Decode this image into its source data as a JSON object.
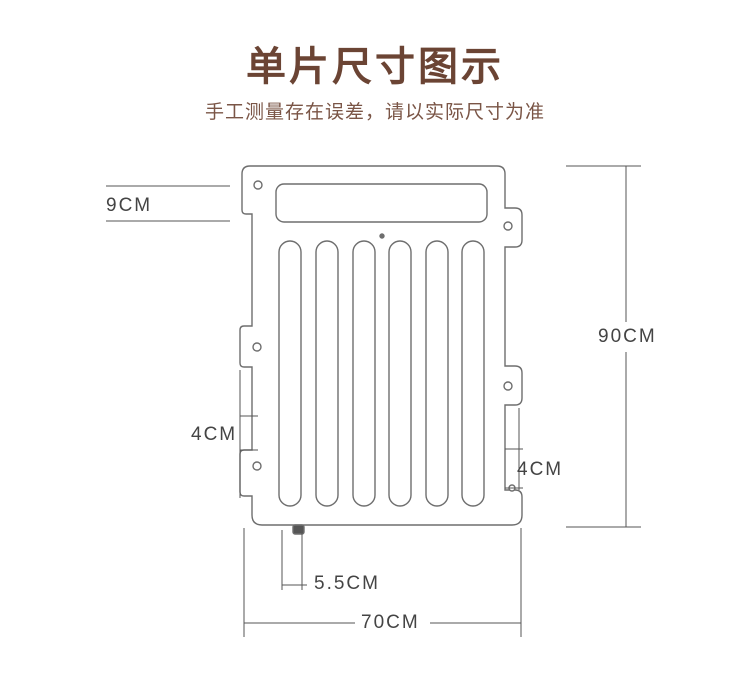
{
  "heading": {
    "title": "单片尺寸图示",
    "subtitle": "手工测量存在误差，请以实际尺寸为准"
  },
  "dimensions": {
    "top_slot_height": "9CM",
    "total_height": "90CM",
    "left_tab": "4CM",
    "right_tab": "4CM",
    "bottom_leg": "5.5CM",
    "total_width": "70CM"
  },
  "colors": {
    "title": "#6b4434",
    "subtitle": "#7a5546",
    "label": "#444444",
    "outline": "#6e6e6e",
    "dim_line": "#555555"
  }
}
